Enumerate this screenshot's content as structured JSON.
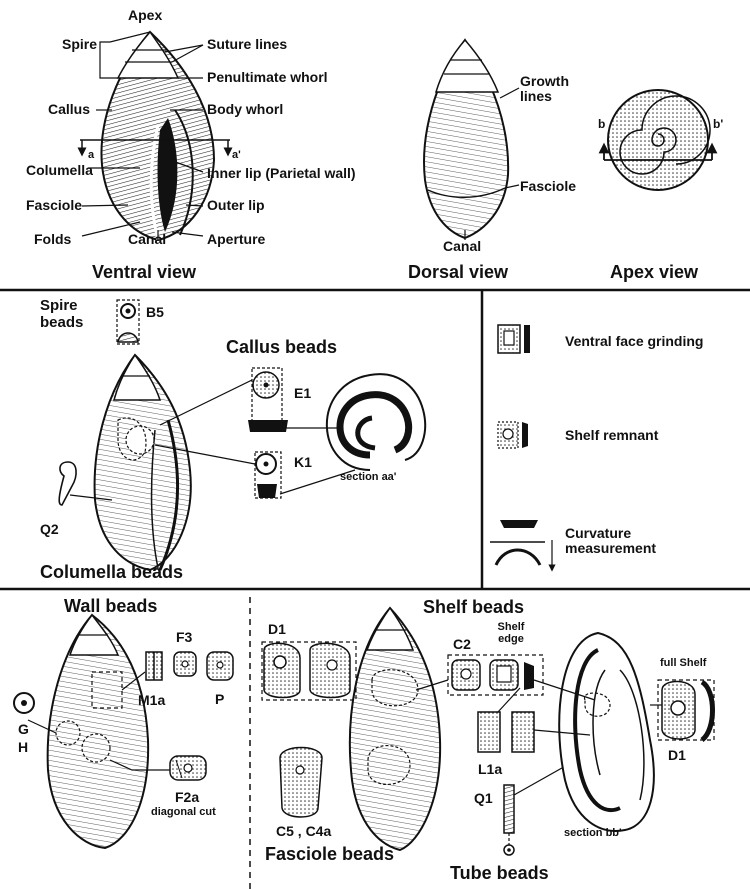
{
  "top": {
    "apex": "Apex",
    "spire": "Spire",
    "suture_lines": "Suture lines",
    "penultimate_whorl": "Penultimate whorl",
    "callus": "Callus",
    "body_whorl": "Body whorl",
    "a": "a",
    "a_prime": "a'",
    "columella": "Columella",
    "inner_lip": "Inner lip (Parietal wall)",
    "fasciole": "Fasciole",
    "outer_lip": "Outer lip",
    "folds": "Folds",
    "canal": "Canal",
    "aperture": "Aperture",
    "ventral_view": "Ventral view",
    "growth_lines": "Growth lines",
    "fasciole_dorsal": "Fasciole",
    "canal_dorsal": "Canal",
    "dorsal_view": "Dorsal view",
    "b": "b",
    "b_prime": "b'",
    "apex_view": "Apex view"
  },
  "middle": {
    "spire_beads": "Spire beads",
    "b5": "B5",
    "callus_beads": "Callus beads",
    "e1": "E1",
    "k1": "K1",
    "section_aa": "section aa'",
    "q2": "Q2",
    "columella_beads": "Columella beads"
  },
  "legend": {
    "ventral_face_grinding": "Ventral face grinding",
    "shelf_remnant": "Shelf remnant",
    "curvature_measurement": "Curvature measurement"
  },
  "bottom": {
    "wall_beads": "Wall beads",
    "f3": "F3",
    "m1a": "M1a",
    "p": "P",
    "g": "G",
    "h": "H",
    "f2a": "F2a",
    "diagonal_cut": "diagonal cut",
    "shelf_beads": "Shelf beads",
    "d1_left": "D1",
    "c2": "C2",
    "shelf_edge": "Shelf edge",
    "full_shelf": "full Shelf",
    "d1_right": "D1",
    "l1a": "L1a",
    "q1": "Q1",
    "section_bb": "section bb'",
    "c5_c4a": "C5 , C4a",
    "fasciole_beads": "Fasciole beads",
    "tube_beads": "Tube beads"
  }
}
